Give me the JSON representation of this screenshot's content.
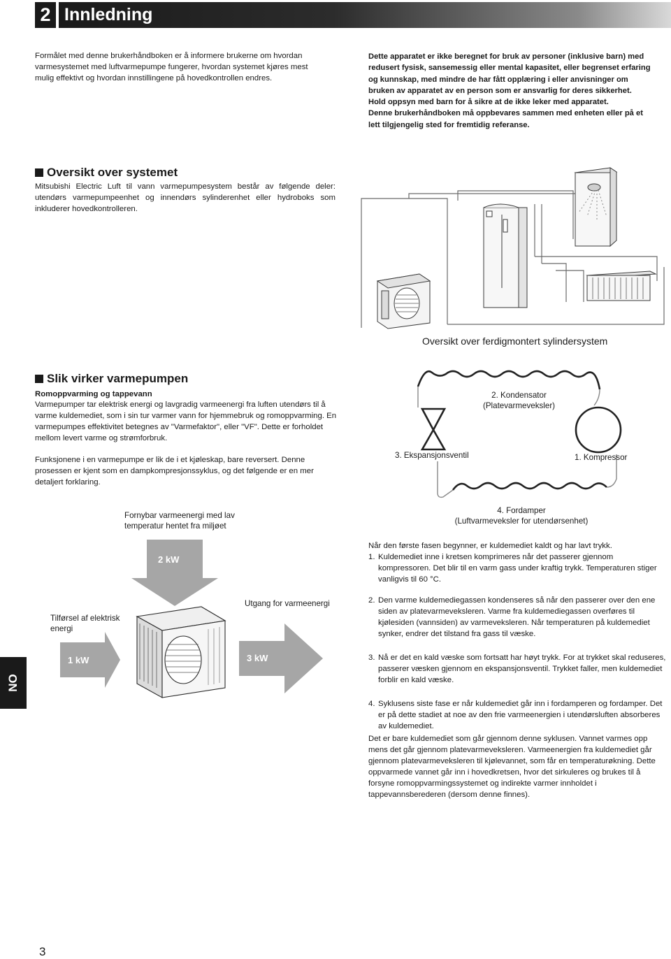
{
  "header": {
    "chapter_number": "2",
    "title": "Innledning"
  },
  "intro": {
    "left_text": "Formålet med denne brukerhåndboken er å informere brukerne om hvordan varmesystemet med luftvarmepumpe fungerer, hvordan systemet kjøres mest mulig effektivt og hvordan innstillingene på hovedkontrollen endres.",
    "right_bold_lines": [
      "Dette apparatet er ikke beregnet for bruk av personer (inklusive barn) med",
      "redusert fysisk, sansemessig eller mental kapasitet, eller begrenset erfaring",
      "og kunnskap, med mindre de har fått opplæring i eller anvisninger om",
      "bruken av apparatet av en person som er ansvarlig for deres sikkerhet.",
      "Hold oppsyn med barn for å sikre at de ikke leker med apparatet.",
      "Denne brukerhåndboken må oppbevares sammen med enheten eller på et",
      "lett tilgjengelig sted for fremtidig referanse."
    ]
  },
  "overview": {
    "title": "Oversikt over systemet",
    "text": "Mitsubishi Electric Luft til vann varmepumpesystem består av følgende deler: utendørs varmepumpeenhet og innendørs sylinderenhet eller hydroboks som inkluderer hovedkontrolleren.",
    "figure_caption": "Oversikt over ferdigmontert sylindersystem"
  },
  "how": {
    "title": "Slik virker varmepumpen",
    "subtitle": "Romoppvarming og tappevann",
    "para1": "Varmepumper tar elektrisk energi og lavgradig varmeenergi fra luften utendørs til å varme kuldemediet, som i sin tur varmer vann for hjemmebruk og romoppvarming. En varmepumpes effektivitet betegnes av \"Varmefaktor\", eller \"VF\". Dette er forholdet mellom levert varme og strømforbruk.",
    "para2": "Funksjonene i en varmepumpe er lik de i et kjøleskap, bare reversert. Denne prosessen er kjent som en dampkompresjonssyklus, og det følgende er en mer detaljert forklaring."
  },
  "cycle": {
    "condenser_line1": "2. Kondensator",
    "condenser_line2": "(Platevarmeveksler)",
    "expansion": "3. Ekspansjonsventil",
    "compressor": "1. Kompressor",
    "evaporator_line1": "4. Fordamper",
    "evaporator_line2": "(Luftvarmeveksler for utendørsenhet)"
  },
  "energy": {
    "ambient_label": "Fornybar varmeenergi med lav temperatur hentet fra miljøet",
    "ambient_kw": "2 kW",
    "input_label": "Tilførsel af elektrisk energi",
    "input_kw": "1 kW",
    "output_label": "Utgang for varmeenergi",
    "output_kw": "3 kW"
  },
  "steps": {
    "intro": "Når den første fasen begynner, er kuldemediet kaldt og har lavt trykk.",
    "items": [
      {
        "n": "1.",
        "text": "Kuldemediet inne i kretsen komprimeres når det passerer gjennom kompressoren. Det blir til en varm gass under kraftig trykk. Temperaturen stiger vanligvis til 60 °C."
      },
      {
        "n": "2.",
        "text": "Den varme kuldemediegassen kondenseres så når den passerer over den ene siden av platevarmeveksleren. Varme fra kuldemediegassen overføres til kjølesiden (vannsiden) av varmeveksleren. Når temperaturen på kuldemediet synker, endrer det tilstand fra gass til væske."
      },
      {
        "n": "3.",
        "text": "Nå er det en kald væske som fortsatt har høyt trykk. For at trykket skal reduseres, passerer væsken gjennom en ekspansjonsventil. Trykket faller, men kuldemediet forblir en kald væske."
      },
      {
        "n": "4.",
        "text": "Syklusens siste fase er når kuldemediet går inn i fordamperen og fordamper. Det er på dette stadiet at noe av den frie varmeenergien i utendørsluften absorberes av kuldemediet."
      }
    ],
    "closing": "Det er bare kuldemediet som går gjennom denne syklusen. Vannet varmes opp mens det går gjennom platevarmeveksleren. Varmeenergien fra kuldemediet går gjennom platevarmeveksleren til kjølevannet, som får en temperaturøkning. Dette oppvarmede vannet går inn i hovedkretsen, hvor det sirkuleres og brukes til å forsyne romoppvarmingssystemet og indirekte varmer innholdet i tappevannsberederen (dersom denne finnes)."
  },
  "side_tab": "NO",
  "page_number": "3"
}
